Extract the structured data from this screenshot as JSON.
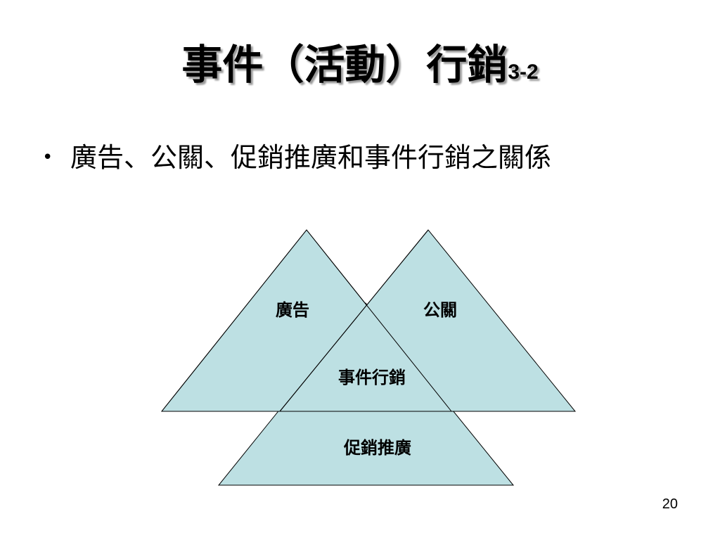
{
  "slide": {
    "title": "事件（活動）行銷",
    "title_suffix": "3-2",
    "bullet_symbol": "•",
    "bullet_text": "廣告、公關、促銷推廣和事件行銷之關係",
    "page_number": "20"
  },
  "diagram": {
    "fill_color": "#bde0e3",
    "stroke_color": "#000000",
    "labels": {
      "advertising": "廣告",
      "public_relations": "公關",
      "event_marketing": "事件行銷",
      "sales_promotion": "促銷推廣"
    }
  }
}
